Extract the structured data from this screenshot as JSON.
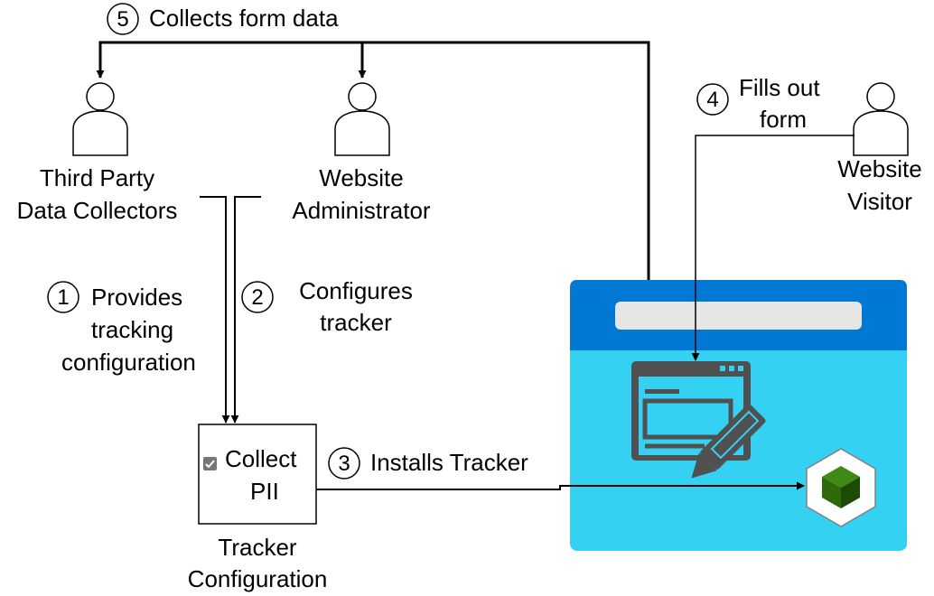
{
  "actors": {
    "third_party": {
      "line1": "Third Party",
      "line2": "Data Collectors"
    },
    "admin": {
      "line1": "Website",
      "line2": "Administrator"
    },
    "visitor": {
      "line1": "Website",
      "line2": "Visitor"
    }
  },
  "steps": [
    {
      "num": "1",
      "lines": [
        "Provides",
        "tracking",
        "configuration"
      ]
    },
    {
      "num": "2",
      "lines": [
        "Configures",
        "tracker"
      ]
    },
    {
      "num": "3",
      "lines": [
        "Installs Tracker"
      ]
    },
    {
      "num": "4",
      "lines": [
        "Fills out",
        "form"
      ]
    },
    {
      "num": "5",
      "lines": [
        "Collects form data"
      ]
    }
  ],
  "tracker_box": {
    "checkbox_glyph": "✓",
    "line1": "Collect",
    "line2": "PII"
  },
  "tracker_caption": {
    "line1": "Tracker",
    "line2": "Configuration"
  },
  "website": {
    "header_color": "#0078d4",
    "body_color": "#34d1f2",
    "address_bar_color": "#e6e6e6",
    "form_icon": "form-edit-icon",
    "tracker_icon": "cube-icon"
  },
  "colors": {
    "icon_dark": "#505050",
    "cube_green": "#2d6a0a",
    "cube_green_dark": "#1d4a05",
    "cube_green_light": "#3f8a14"
  }
}
